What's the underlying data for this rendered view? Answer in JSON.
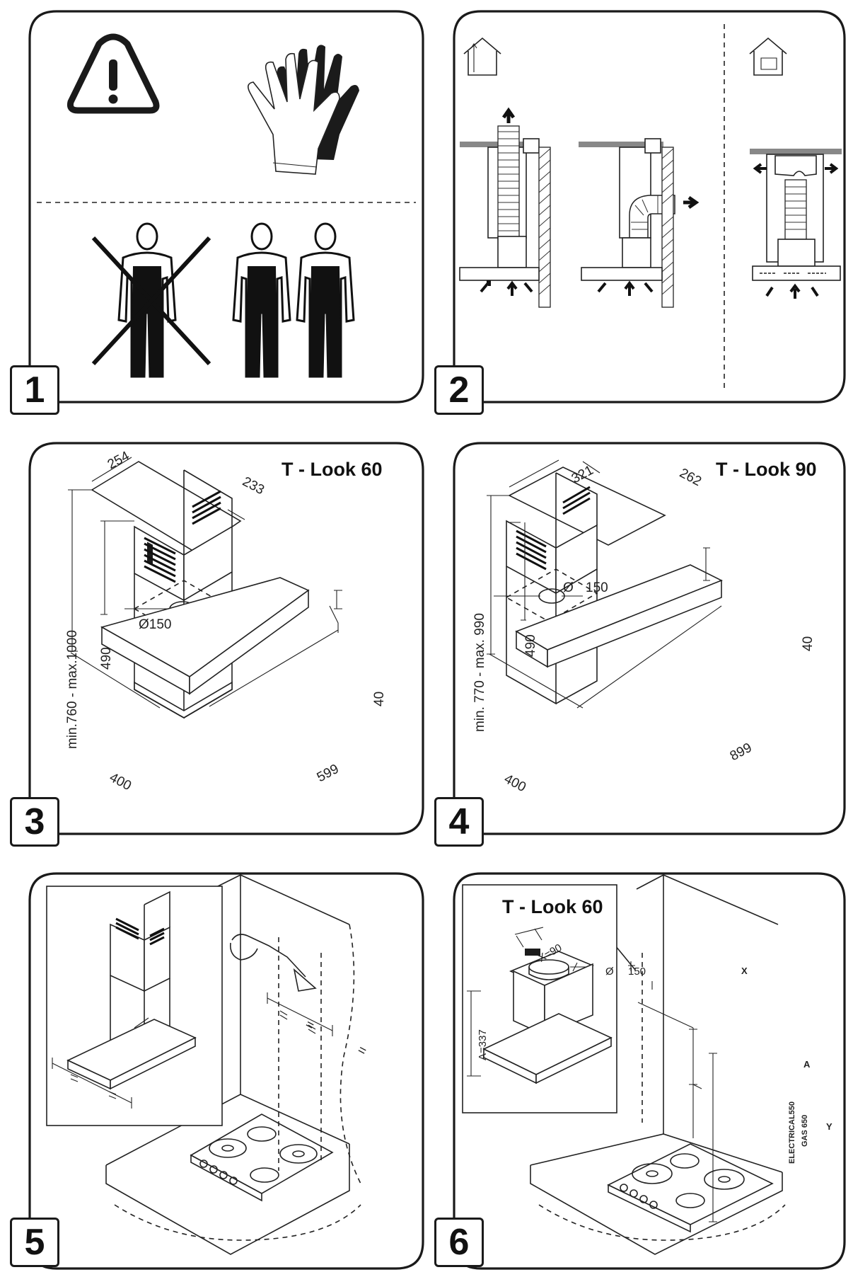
{
  "steps": [
    "1",
    "2",
    "3",
    "4",
    "5",
    "6"
  ],
  "panel3": {
    "title": "T - Look 60",
    "dims": {
      "top_w": "254",
      "top_d": "233",
      "height": "min.760 - max.1000",
      "chimney": "490",
      "duct": "Ø150",
      "depth": "400",
      "width": "599",
      "thickness": "40"
    }
  },
  "panel4": {
    "title": "T - Look 90",
    "dims": {
      "top_w": "321",
      "top_d": "262",
      "height": "min. 770 - max. 990",
      "chimney": "490",
      "duct_symbol": "Ø",
      "duct": "150",
      "depth": "400",
      "width": "899",
      "thickness": "40"
    }
  },
  "panel5": {
    "equal_mark": "="
  },
  "panel6": {
    "title": "T - Look 60",
    "dims": {
      "x": "X=90",
      "duct_symbol": "Ø",
      "duct": "150",
      "a": "A=337"
    },
    "wall": {
      "x": "X",
      "a": "A",
      "y": "Y",
      "electrical": "ELECTRICAL550",
      "gas": "GAS 650"
    }
  },
  "icons": [
    "warning-icon",
    "gloves-icon",
    "worker-icon",
    "house-vent-icon",
    "house-recirc-icon",
    "pencil-hand-icon"
  ]
}
